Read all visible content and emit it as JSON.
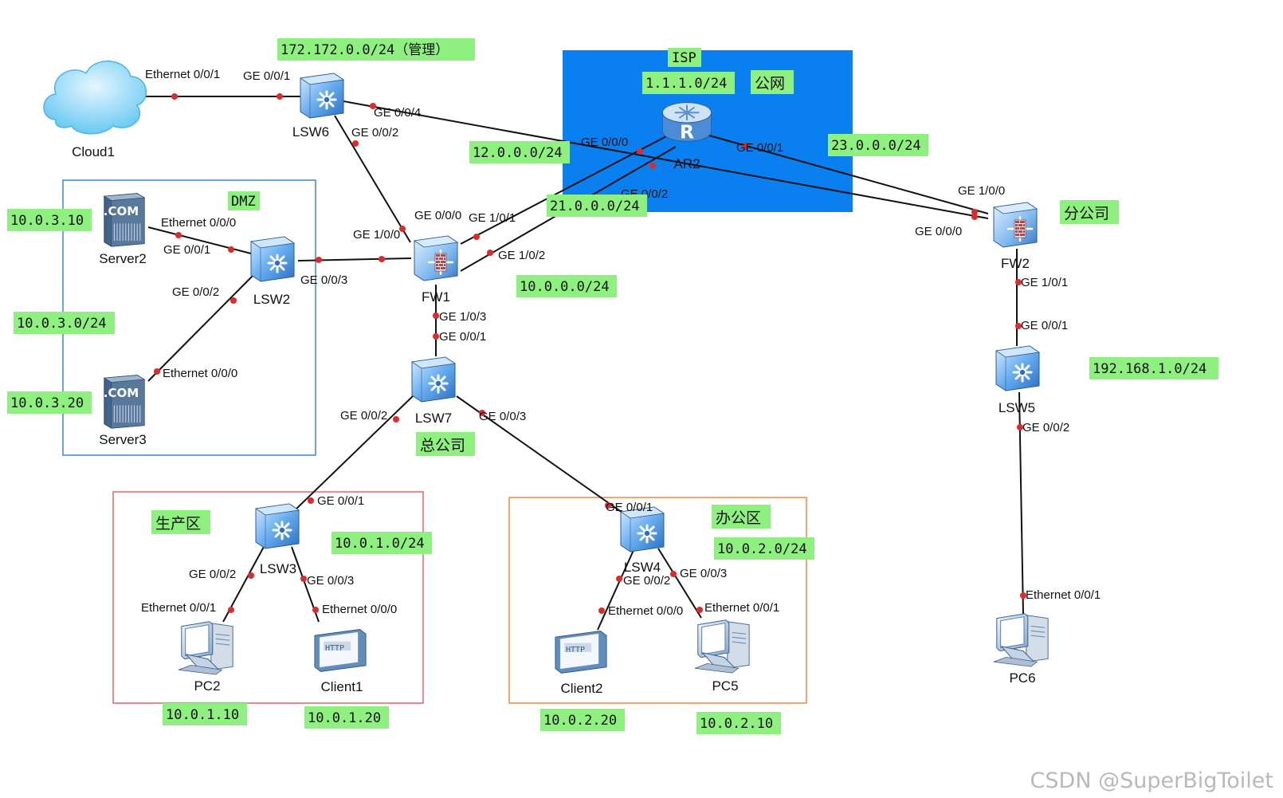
{
  "regions": {
    "isp": {
      "color": "#0a7ff0"
    },
    "dmz": {
      "color": "#3a86d8"
    },
    "production": {
      "color": "#e06666"
    },
    "office": {
      "color": "#ee8844"
    }
  },
  "devices": {
    "cloud1": {
      "label": "Cloud1",
      "icon": "cloud-icon"
    },
    "lsw6": {
      "label": "LSW6",
      "icon": "switch-icon"
    },
    "ar2": {
      "label": "AR2",
      "icon": "router-icon"
    },
    "server2": {
      "label": "Server2",
      "icon": "server-icon",
      "badge": ".COM"
    },
    "server3": {
      "label": "Server3",
      "icon": "server-icon",
      "badge": ".COM"
    },
    "lsw2": {
      "label": "LSW2",
      "icon": "switch-icon"
    },
    "fw1": {
      "label": "FW1",
      "icon": "firewall-icon"
    },
    "fw2": {
      "label": "FW2",
      "icon": "firewall-icon"
    },
    "lsw7": {
      "label": "LSW7",
      "icon": "switch-icon"
    },
    "lsw5": {
      "label": "LSW5",
      "icon": "switch-icon"
    },
    "lsw3": {
      "label": "LSW3",
      "icon": "switch-icon"
    },
    "lsw4": {
      "label": "LSW4",
      "icon": "switch-icon"
    },
    "pc2": {
      "label": "PC2",
      "icon": "pc-icon"
    },
    "client1": {
      "label": "Client1",
      "icon": "http-client-icon",
      "badge": "HTTP"
    },
    "client2": {
      "label": "Client2",
      "icon": "http-client-icon",
      "badge": "HTTP"
    },
    "pc5": {
      "label": "PC5",
      "icon": "pc-icon"
    },
    "pc6": {
      "label": "PC6",
      "icon": "pc-icon"
    }
  },
  "ports": {
    "cloud1_e001": "Ethernet 0/0/1",
    "lsw6_ge001": "GE 0/0/1",
    "lsw6_ge004": "GE 0/0/4",
    "lsw6_ge002": "GE 0/0/2",
    "ar2_ge000": "GE 0/0/0",
    "ar2_ge001": "GE 0/0/1",
    "ar2_ge002": "GE 0/0/2",
    "server2_e000": "Ethernet 0/0/0",
    "lsw2_ge001": "GE 0/0/1",
    "lsw2_ge002": "GE 0/0/2",
    "lsw2_ge003": "GE 0/0/3",
    "server3_e000": "Ethernet 0/0/0",
    "fw1_ge000": "GE 0/0/0",
    "fw1_ge101": "GE 1/0/1",
    "fw1_ge100": "GE 1/0/0",
    "fw1_ge102": "GE 1/0/2",
    "fw1_ge103": "GE 1/0/3",
    "lsw7_ge001": "GE 0/0/1",
    "lsw7_ge002": "GE 0/0/2",
    "lsw7_ge003": "GE 0/0/3",
    "fw2_ge100": "GE 1/0/0",
    "fw2_ge000": "GE 0/0/0",
    "fw2_ge101": "GE 1/0/1",
    "lsw5_ge001": "GE 0/0/1",
    "lsw5_ge002": "GE 0/0/2",
    "pc6_e001": "Ethernet 0/0/1",
    "lsw3_ge001": "GE 0/0/1",
    "lsw3_ge002": "GE 0/0/2",
    "lsw3_ge003": "GE 0/0/3",
    "pc2_e001": "Ethernet 0/0/1",
    "client1_e000": "Ethernet 0/0/0",
    "lsw4_ge001": "GE 0/0/1",
    "lsw4_ge002": "GE 0/0/2",
    "lsw4_ge003": "GE 0/0/3",
    "client2_e000": "Ethernet 0/0/0",
    "pc5_e001": "Ethernet 0/0/1"
  },
  "tags": {
    "mgmt": "172.172.0.0/24（管理）",
    "isp": "ISP",
    "isp_net": "1.1.1.0/24",
    "public": "公网",
    "net12": "12.0.0.0/24",
    "net23": "23.0.0.0/24",
    "net21": "21.0.0.0/24",
    "branch": "分公司",
    "dmz": "DMZ",
    "ip_server2": "10.0.3.10",
    "dmz_net": "10.0.3.0/24",
    "ip_server3": "10.0.3.20",
    "net10": "10.0.0.0/24",
    "hq": "总公司",
    "branch_lan": "192.168.1.0/24",
    "production": "生产区",
    "prod_net": "10.0.1.0/24",
    "office": "办公区",
    "office_net": "10.0.2.0/24",
    "ip_pc2": "10.0.1.10",
    "ip_client1": "10.0.1.20",
    "ip_client2": "10.0.2.20",
    "ip_pc5": "10.0.2.10"
  },
  "colors": {
    "tag_bg": "#8ef07e",
    "link": "#111111",
    "port_dot": "#e02a2a"
  },
  "watermark": "CSDN @SuperBigToilet"
}
